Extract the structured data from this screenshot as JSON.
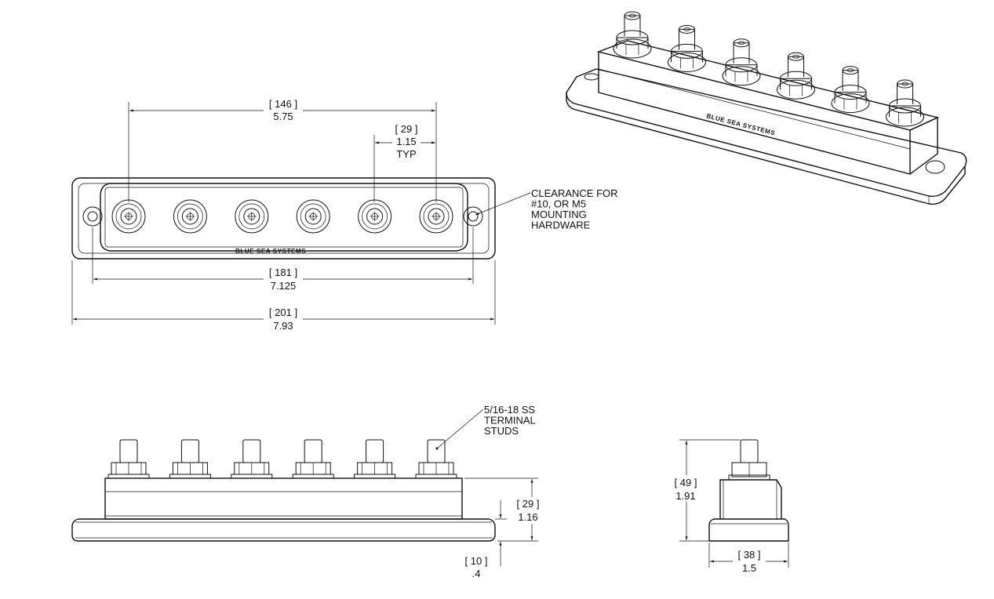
{
  "brand": "BLUE SEA SYSTEMS",
  "top_view": {
    "dim_overall_mm": "[ 201 ]",
    "dim_overall_in": "7.93",
    "dim_mounting_mm": "[ 181 ]",
    "dim_mounting_in": "7.125",
    "dim_stud_span_mm": "[ 146 ]",
    "dim_stud_span_in": "5.75",
    "dim_stud_pitch_mm": "[ 29 ]",
    "dim_stud_pitch_in": "1.15",
    "dim_stud_pitch_typ": "TYP",
    "clearance_note": [
      "CLEARANCE FOR",
      "#10, OR M5",
      "MOUNTING",
      "HARDWARE"
    ]
  },
  "front_view": {
    "stud_note": [
      "5/16-18 SS",
      "TERMINAL",
      "STUDS"
    ],
    "dim_block_height_mm": "[ 29 ]",
    "dim_block_height_in": "1.16",
    "dim_base_height_mm": "[ 10 ]",
    "dim_base_height_in": ".4"
  },
  "side_view": {
    "dim_total_height_mm": "[ 49 ]",
    "dim_total_height_in": "1.91",
    "dim_width_mm": "[ 38 ]",
    "dim_width_in": "1.5"
  },
  "stud_count": 6
}
